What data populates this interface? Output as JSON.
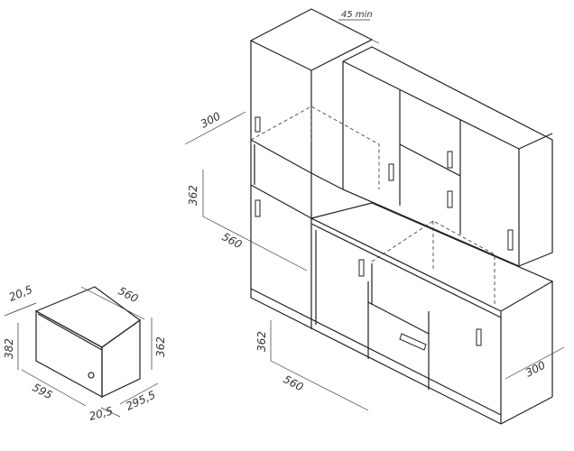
{
  "microwave": {
    "dims": {
      "front_depth": "20,5",
      "width": "560",
      "height_outer": "382",
      "height_inner": "362",
      "width_outer": "595",
      "door_depth": "20,5",
      "depth": "295,5"
    }
  },
  "kitchen": {
    "clearance": "45 min",
    "upper_niche": {
      "depth": "300",
      "height": "362",
      "width": "560"
    },
    "lower_niche": {
      "height": "362",
      "width": "560",
      "depth": "300"
    }
  },
  "colors": {
    "line": "#222222",
    "background": "#ffffff"
  }
}
